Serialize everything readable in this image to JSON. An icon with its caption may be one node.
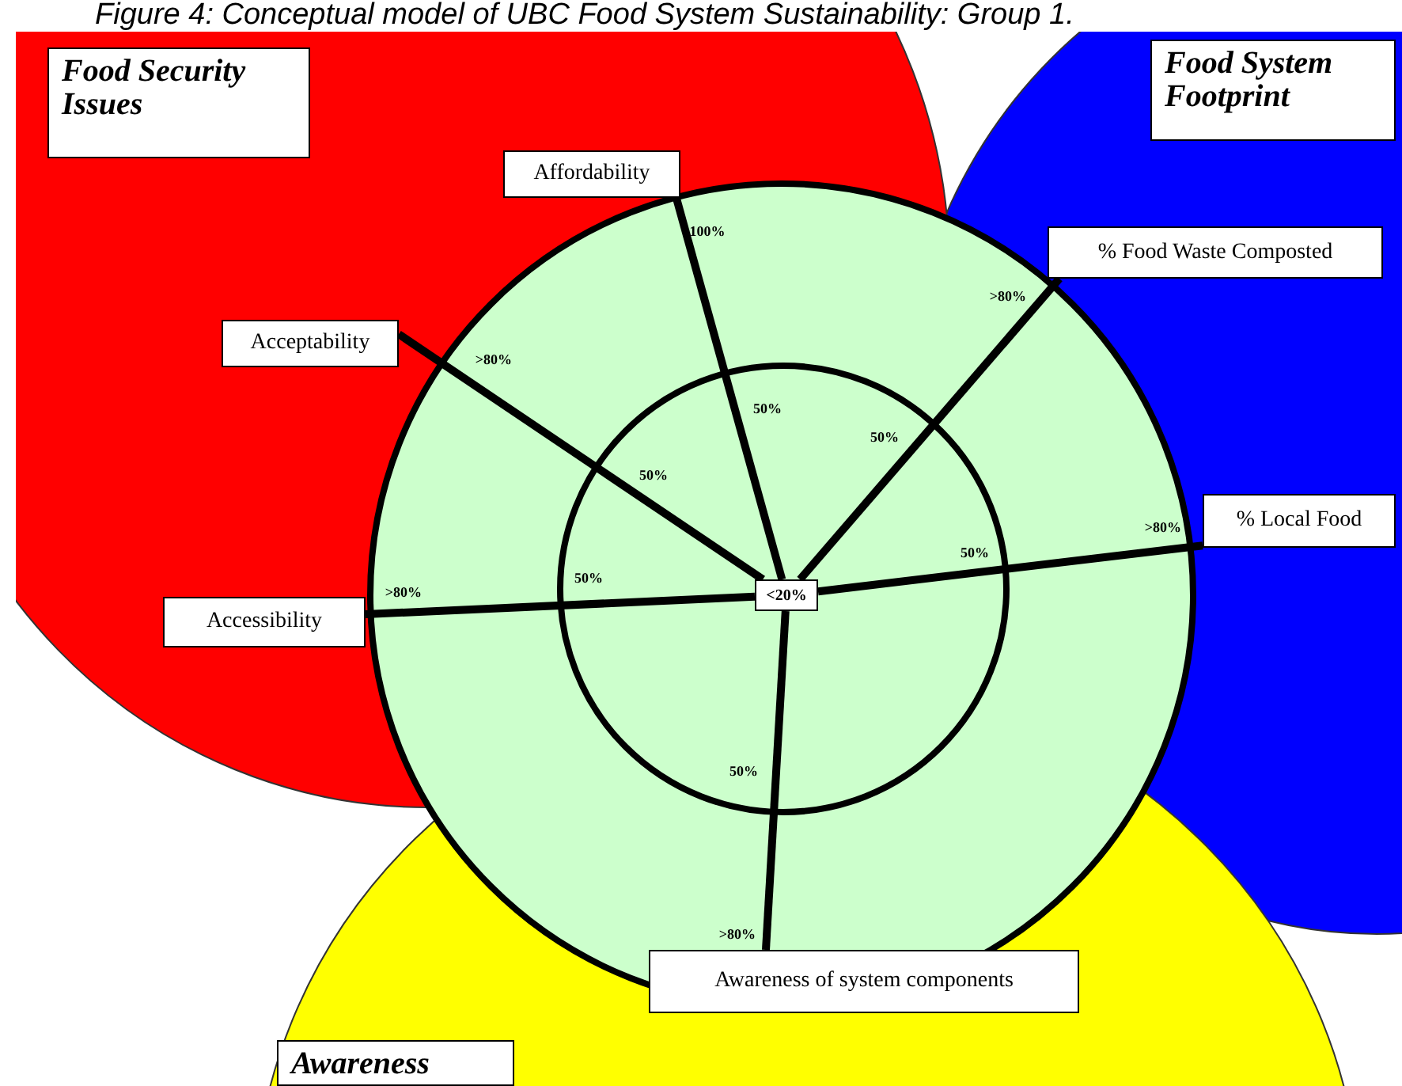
{
  "diagram": {
    "title": "Figure 4: Conceptual model of UBC Food System Sustainability: Group 1.",
    "nodes": [
      {
        "text": [
          "Food Security Issues"
        ]
      },
      {
        "text": [
          "Food System Footprint"
        ]
      },
      {
        "text": [
          "Awareness"
        ]
      },
      {
        "text": [
          "<20%"
        ]
      },
      {
        "text": [
          "Affordability"
        ]
      },
      {
        "text": [
          "% Food Waste Composted"
        ]
      },
      {
        "text": [
          "Acceptability"
        ]
      },
      {
        "text": [
          "% Local Food"
        ]
      },
      {
        "text": [
          "Accessibility"
        ]
      },
      {
        "text": [
          "Awareness of system components"
        ]
      }
    ],
    "edges": [
      {
        "from": 3,
        "to": 4,
        "arrow": "none"
      },
      {
        "from": 3,
        "to": 5,
        "arrow": "none"
      },
      {
        "from": 3,
        "to": 6,
        "arrow": "none"
      },
      {
        "from": 3,
        "to": 7,
        "arrow": "none"
      },
      {
        "from": 3,
        "to": 8,
        "arrow": "none"
      },
      {
        "from": 3,
        "to": 9,
        "arrow": "none"
      }
    ],
    "labels": [
      "100%",
      ">80%",
      ">80%",
      "50%",
      "50%",
      "50%",
      ">80%",
      "50%",
      ">80%",
      "50%",
      "50%",
      ">80%"
    ]
  }
}
